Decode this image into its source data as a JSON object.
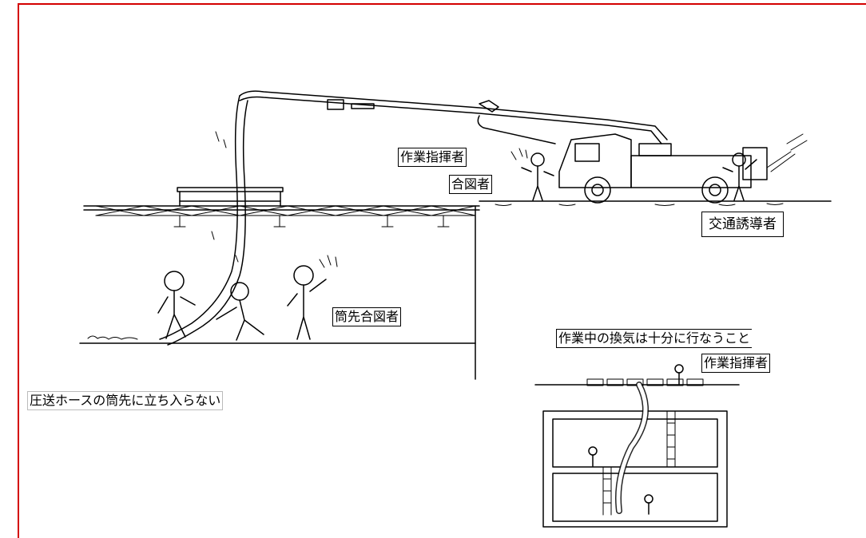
{
  "labels": {
    "supervisor_top": "作業指揮者",
    "signaler_top": "合図者",
    "traffic_guide": "交通誘導者",
    "nozzle_signaler": "筒先合図者",
    "ventilation_note": "作業中の換気は十分に行なうこと",
    "supervisor_bottom": "作業指揮者",
    "hose_warning": "圧送ホースの筒先に立ち入らない"
  }
}
